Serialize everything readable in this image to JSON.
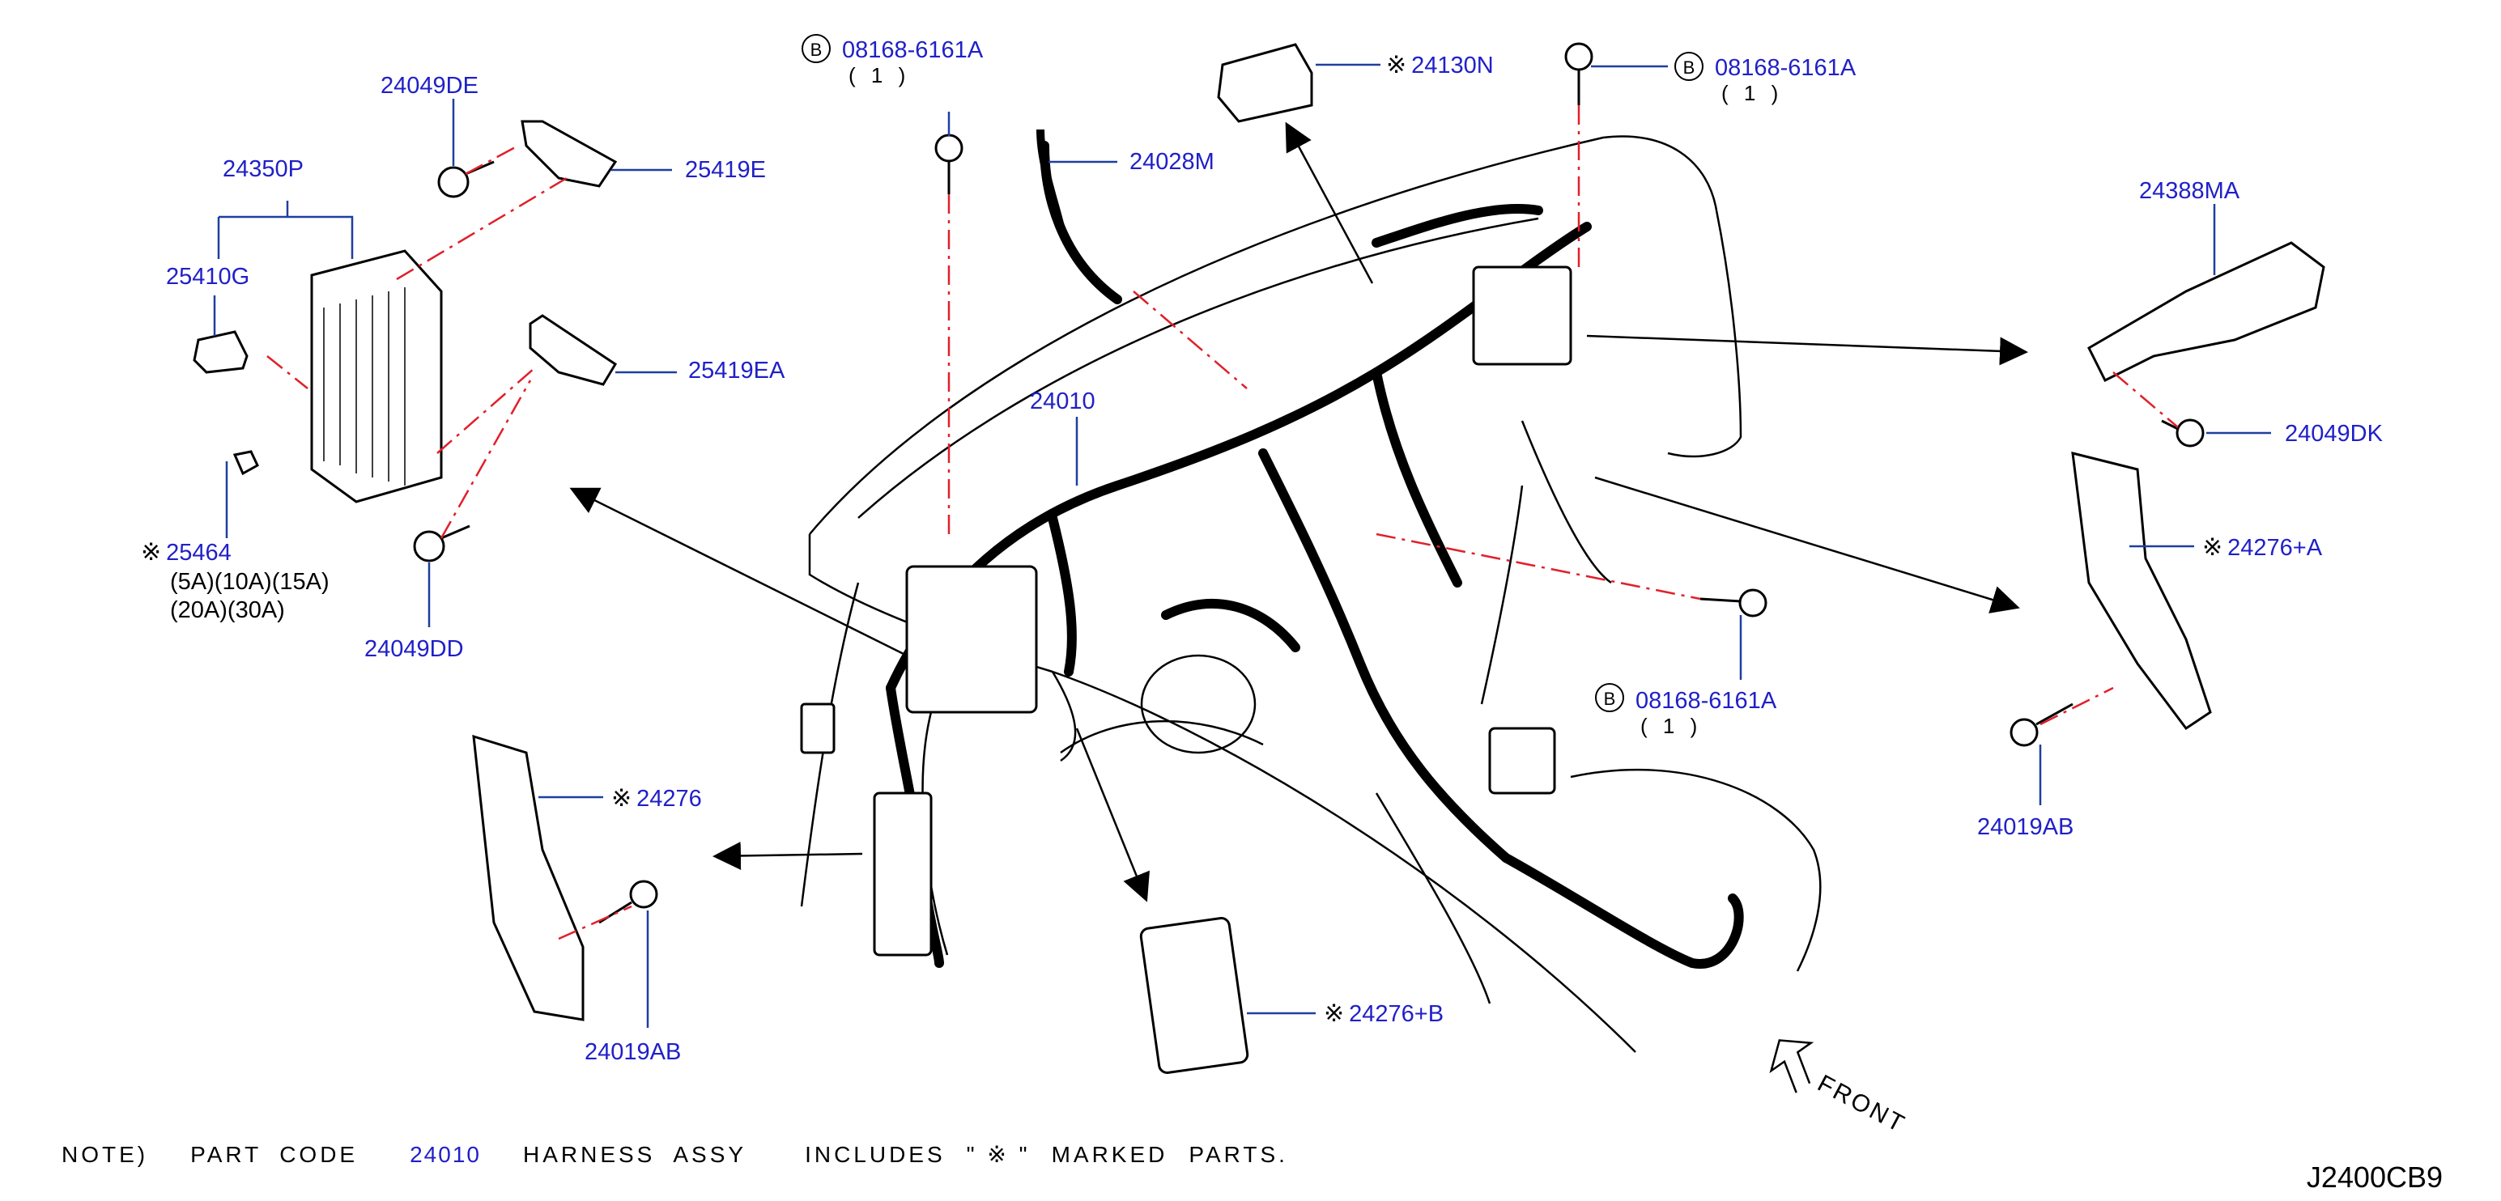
{
  "callouts": {
    "p24049DE": "24049DE",
    "p24350P": "24350P",
    "p25419E": "25419E",
    "p25410G": "25410G",
    "p25419EA": "25419EA",
    "p25464": "25464",
    "p25464_ratings_1": "(5A)(10A)(15A)",
    "p25464_ratings_2": "(20A)(30A)",
    "p24049DD": "24049DD",
    "bolt_top": "08168-6161A",
    "bolt_top_qty": "( 1 )",
    "p24028M": "24028M",
    "p24010": "24010",
    "p24130N": "24130N",
    "bolt_right_top": "08168-6161A",
    "bolt_right_top_qty": "( 1 )",
    "p24388MA": "24388MA",
    "p24049DK": "24049DK",
    "p24276A": "24276+A",
    "bolt_mid": "08168-6161A",
    "bolt_mid_qty": "( 1 )",
    "p24019AB_right": "24019AB",
    "p24276": "24276",
    "p24019AB_left": "24019AB",
    "p24276B": "24276+B"
  },
  "symbols": {
    "bolt_circle_letter": "B",
    "mark": "※"
  },
  "note": {
    "prefix": "NOTE)",
    "part": "PART",
    "code_word": "CODE",
    "code": "24010",
    "harness": "HARNESS",
    "assy": "ASSY",
    "includes": "INCLUDES",
    "marked": "\" ※ \"",
    "marked_parts": "MARKED",
    "parts": "PARTS."
  },
  "front_label": "FRONT",
  "drawing_code": "J2400CB9",
  "colors": {
    "part_number": "#2020c8",
    "leader_line": "#1f3f9f",
    "dash_dot": "#e0202a",
    "outline": "#000000"
  }
}
